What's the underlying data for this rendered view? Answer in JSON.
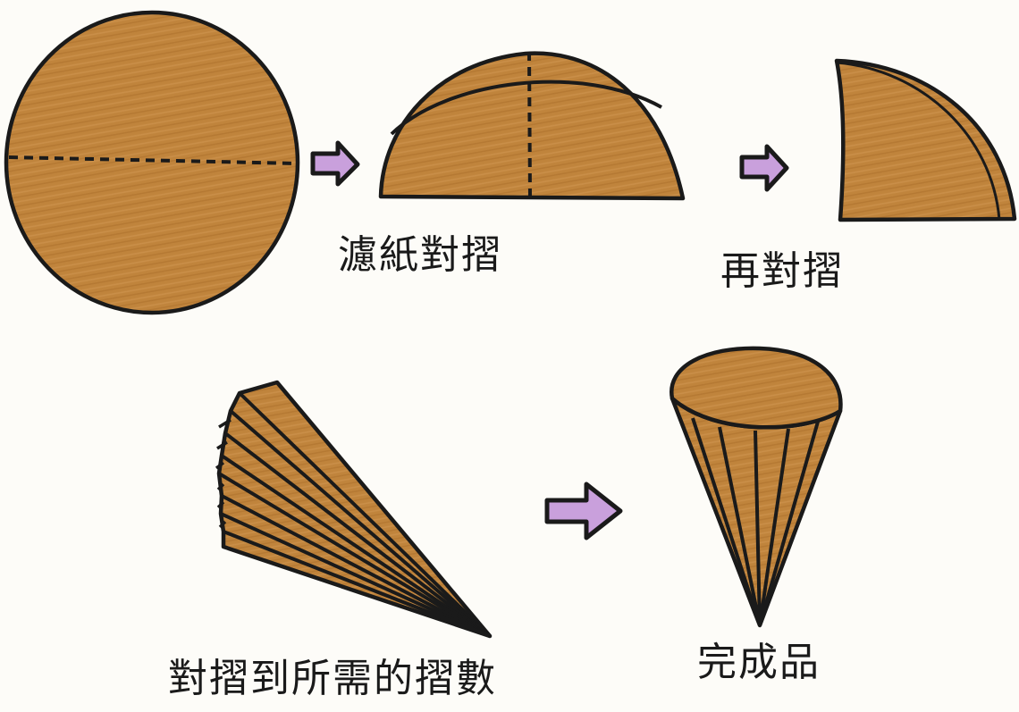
{
  "steps": [
    {
      "id": "step-1",
      "caption": "濾紙對摺"
    },
    {
      "id": "step-2",
      "caption": "再對摺"
    },
    {
      "id": "step-3",
      "caption": "對摺到所需的摺數"
    },
    {
      "id": "step-4",
      "caption": "完成品"
    }
  ],
  "colors": {
    "paper": "#c0843c",
    "paper_dark": "#a86b28",
    "outline": "#1a1a1a",
    "arrow_fill": "#c9a0dc",
    "background": "#fdfcf8"
  }
}
